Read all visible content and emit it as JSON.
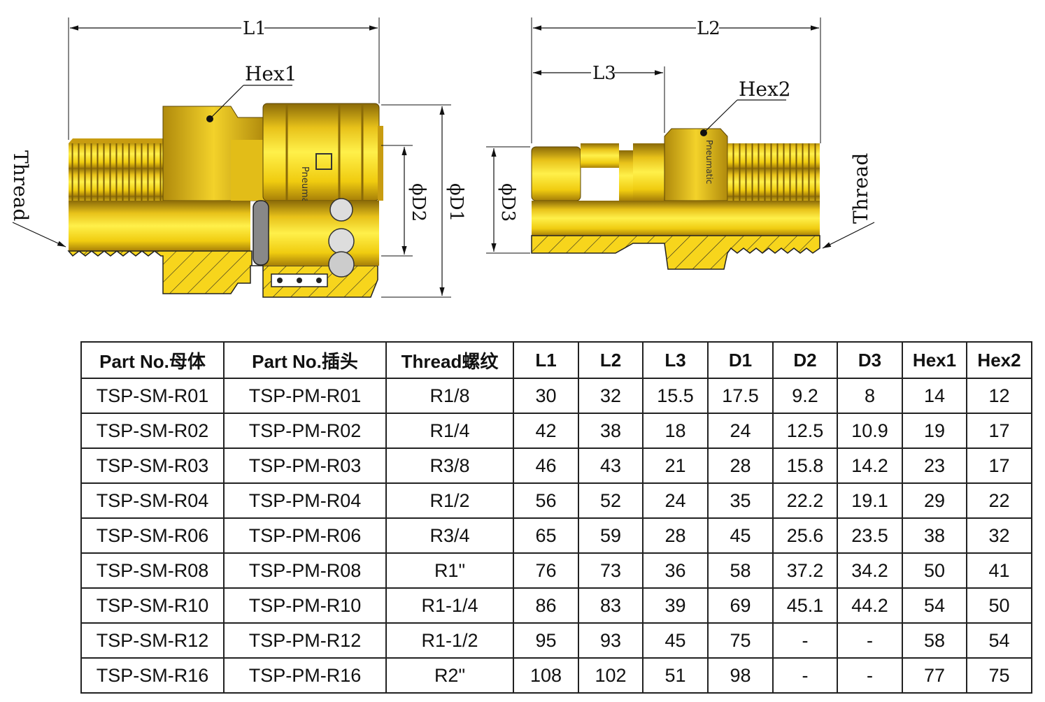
{
  "drawing": {
    "labels": {
      "L1": "L1",
      "L2": "L2",
      "L3": "L3",
      "Hex1": "Hex1",
      "Hex2": "Hex2",
      "thread_left": "Thread",
      "thread_right": "Thread",
      "D1": "ϕD1",
      "D2": "ϕD2",
      "D3": "ϕD3"
    },
    "colors": {
      "brass": "#f5d020",
      "brass_dark": "#c79a10",
      "brass_light": "#fff04a",
      "line": "#111111"
    }
  },
  "table": {
    "headers": [
      "Part No.母体",
      "Part No.插头",
      "Thread螺纹",
      "L1",
      "L2",
      "L3",
      "D1",
      "D2",
      "D3",
      "Hex1",
      "Hex2"
    ],
    "rows": [
      [
        "TSP-SM-R01",
        "TSP-PM-R01",
        "R1/8",
        "30",
        "32",
        "15.5",
        "17.5",
        "9.2",
        "8",
        "14",
        "12"
      ],
      [
        "TSP-SM-R02",
        "TSP-PM-R02",
        "R1/4",
        "42",
        "38",
        "18",
        "24",
        "12.5",
        "10.9",
        "19",
        "17"
      ],
      [
        "TSP-SM-R03",
        "TSP-PM-R03",
        "R3/8",
        "46",
        "43",
        "21",
        "28",
        "15.8",
        "14.2",
        "23",
        "17"
      ],
      [
        "TSP-SM-R04",
        "TSP-PM-R04",
        "R1/2",
        "56",
        "52",
        "24",
        "35",
        "22.2",
        "19.1",
        "29",
        "22"
      ],
      [
        "TSP-SM-R06",
        "TSP-PM-R06",
        "R3/4",
        "65",
        "59",
        "28",
        "45",
        "25.6",
        "23.5",
        "38",
        "32"
      ],
      [
        "TSP-SM-R08",
        "TSP-PM-R08",
        "R1\"",
        "76",
        "73",
        "36",
        "58",
        "37.2",
        "34.2",
        "50",
        "41"
      ],
      [
        "TSP-SM-R10",
        "TSP-PM-R10",
        "R1-1/4",
        "86",
        "83",
        "39",
        "69",
        "45.1",
        "44.2",
        "54",
        "50"
      ],
      [
        "TSP-SM-R12",
        "TSP-PM-R12",
        "R1-1/2",
        "95",
        "93",
        "45",
        "75",
        "-",
        "-",
        "58",
        "54"
      ],
      [
        "TSP-SM-R16",
        "TSP-PM-R16",
        "R2\"",
        "108",
        "102",
        "51",
        "98",
        "-",
        "-",
        "77",
        "75"
      ]
    ]
  }
}
